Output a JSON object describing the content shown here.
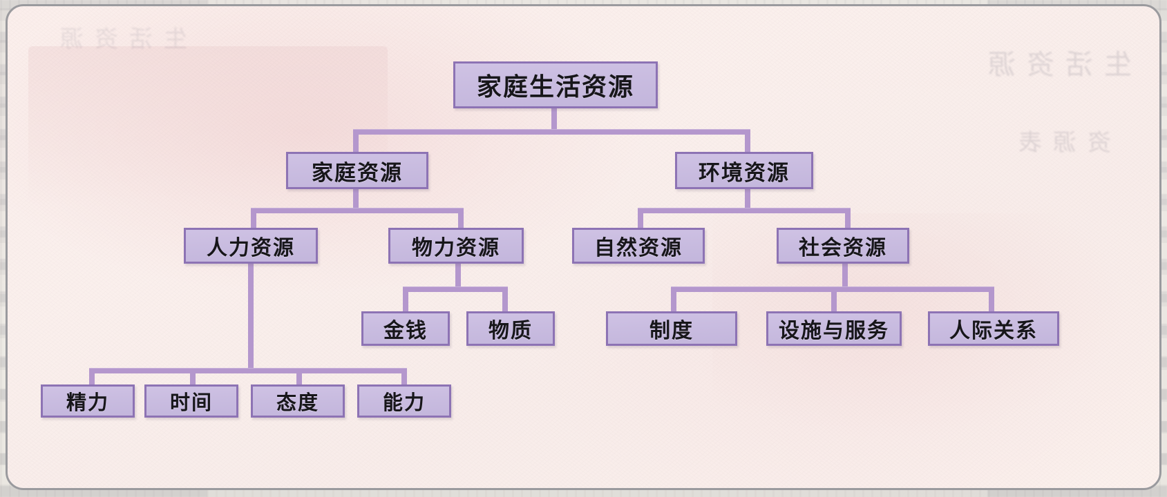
{
  "figure": {
    "type": "hierarchy-tree",
    "caption_ghost_left": "资源表",
    "caption_ghost_right": "生活资源",
    "accent_border": "#8d73b4",
    "node_fill": "#c9bce0",
    "connector_color": "#b497cd",
    "card_background": "#fbeeeb",
    "page_background": "#ece9e3"
  },
  "tree": {
    "root": {
      "id": "root",
      "label": "家庭生活资源",
      "level": 0
    },
    "level1": [
      {
        "id": "family-resources",
        "label": "家庭资源",
        "level": 1
      },
      {
        "id": "environment-resources",
        "label": "环境资源",
        "level": 1
      }
    ],
    "level2": [
      {
        "id": "human-resources",
        "label": "人力资源",
        "level": 2,
        "parent": "family-resources"
      },
      {
        "id": "material-resources",
        "label": "物力资源",
        "level": 2,
        "parent": "family-resources"
      },
      {
        "id": "natural-resources",
        "label": "自然资源",
        "level": 2,
        "parent": "environment-resources"
      },
      {
        "id": "social-resources",
        "label": "社会资源",
        "level": 2,
        "parent": "environment-resources"
      }
    ],
    "level3": [
      {
        "id": "money",
        "label": "金钱",
        "level": 3,
        "parent": "material-resources"
      },
      {
        "id": "matter",
        "label": "物质",
        "level": 3,
        "parent": "material-resources"
      },
      {
        "id": "system",
        "label": "制度",
        "level": 3,
        "parent": "social-resources"
      },
      {
        "id": "facilities-services",
        "label": "设施与服务",
        "level": 3,
        "parent": "social-resources"
      },
      {
        "id": "interpersonal",
        "label": "人际关系",
        "level": 3,
        "parent": "social-resources"
      }
    ],
    "level4": [
      {
        "id": "energy",
        "label": "精力",
        "level": 4,
        "parent": "human-resources"
      },
      {
        "id": "time",
        "label": "时间",
        "level": 4,
        "parent": "human-resources"
      },
      {
        "id": "attitude",
        "label": "态度",
        "level": 4,
        "parent": "human-resources"
      },
      {
        "id": "ability",
        "label": "能力",
        "level": 4,
        "parent": "human-resources"
      }
    ]
  }
}
